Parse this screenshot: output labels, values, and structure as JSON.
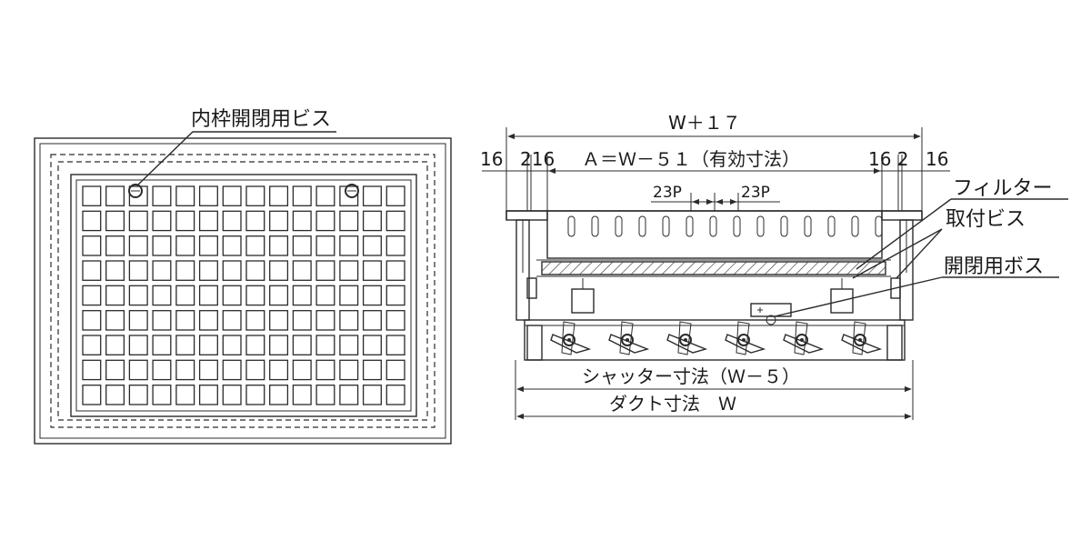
{
  "front_view": {
    "inner_frame_screw_label": "内枠開閉用ビス"
  },
  "section_view": {
    "overall_width": "W＋１７",
    "left_outer_offset": "16",
    "left_inner_offset": "216",
    "effective_dimension": "Ａ＝Ｗ－５１（有効寸法）",
    "right_inner_offset": "16 2",
    "right_outer_offset": "16",
    "pitch_left": "23P",
    "pitch_right": "23P",
    "filter_label": "フィルター",
    "mounting_screw_label": "取付ビス",
    "opening_boss_label": "開閉用ボス",
    "shutter_dimension": "シャッター寸法（Ｗ－５）",
    "duct_dimension": "ダクト寸法　Ｗ"
  }
}
